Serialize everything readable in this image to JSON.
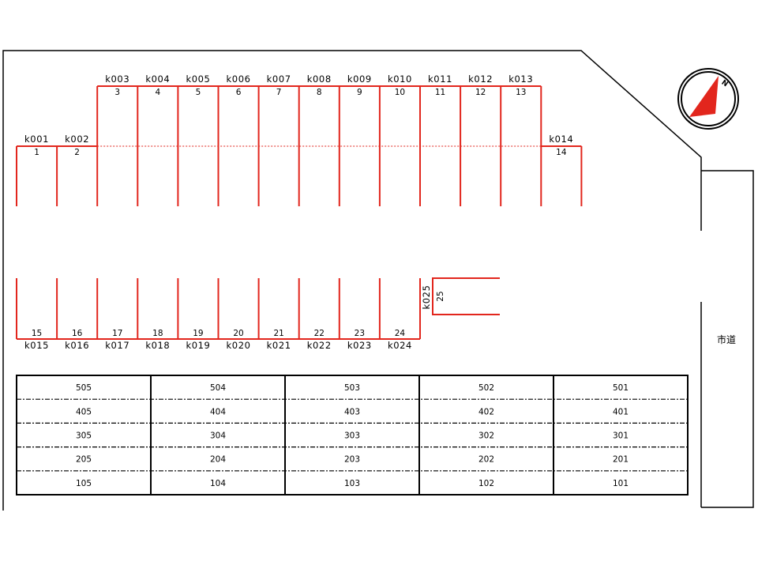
{
  "parking": {
    "top_codes": [
      "k001",
      "k002",
      "k003",
      "k004",
      "k005",
      "k006",
      "k007",
      "k008",
      "k009",
      "k010",
      "k011",
      "k012",
      "k013",
      "k014"
    ],
    "top_numbers": [
      "1",
      "2",
      "3",
      "4",
      "5",
      "6",
      "7",
      "8",
      "9",
      "10",
      "11",
      "12",
      "13",
      "14"
    ],
    "bottom_codes": [
      "k015",
      "k016",
      "k017",
      "k018",
      "k019",
      "k020",
      "k021",
      "k022",
      "k023",
      "k024"
    ],
    "bottom_numbers": [
      "15",
      "16",
      "17",
      "18",
      "19",
      "20",
      "21",
      "22",
      "23",
      "24"
    ],
    "side_code": "k025",
    "side_number": "25",
    "line_color": "#e2261d"
  },
  "building": {
    "floors": [
      [
        "505",
        "504",
        "503",
        "502",
        "501"
      ],
      [
        "405",
        "404",
        "403",
        "402",
        "401"
      ],
      [
        "305",
        "304",
        "303",
        "302",
        "301"
      ],
      [
        "205",
        "204",
        "203",
        "202",
        "201"
      ],
      [
        "105",
        "104",
        "103",
        "102",
        "101"
      ]
    ]
  },
  "road": {
    "label": "市道"
  },
  "compass": {
    "letter": "N",
    "arrow_color": "#e2261d"
  }
}
